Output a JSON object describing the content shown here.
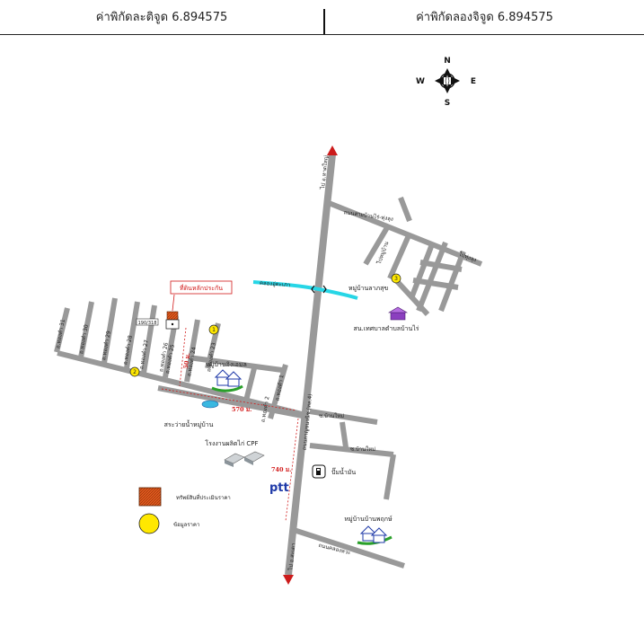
{
  "header": {
    "latitude": "ค่าพิกัดละติจูด 6.894575",
    "longitude": "ค่าพิกัดลองจิจูด 6.894575"
  },
  "compass": {
    "n": "N",
    "s": "S",
    "e": "E",
    "w": "W"
  },
  "roads": {
    "north_label": "ไป อ.หาดใหญ่",
    "south_label": "ไป อ.สะเดา",
    "main_road": "ถนนกาญจนวนิช (ทล.4)",
    "road_ne": "ถนนสายบ้านไร่-ทุ่งลุง",
    "road_east": "ไปทุ่งลุง",
    "road_village_ne": "ไปหมู่บ้าน",
    "canal": "คลองอู่ตะเภา",
    "road_south": "ถนนคลองหวะ",
    "road_ban_mai_1": "ซ.บ้านใหม่",
    "road_ban_mai_2": "ซ.บ้านใหม่"
  },
  "sois": [
    "ถ.ทองคำ 31",
    "ถ.ทองคำ 30",
    "ถ.ทองคำ 29",
    "ถ.ทองคำ 28",
    "ถ.ทองคำ 27",
    "ถ.ทองคำ 26",
    "ถ.ทองคำ 25",
    "ถ.ทองคำ 24",
    "ถ.ทองคำ 23",
    "ถ.ทองคำ 1",
    "ถ.ทองคำ 2"
  ],
  "places": {
    "subject_label": "ที่ดินหลักประกัน",
    "plot_number": "190/318",
    "village_a": "หมู่บ้านอิงเอมล",
    "village_b": "หมู่บ้านลาภสุข",
    "village_c": "หมู่บ้านบ้านพฤกษ์",
    "temple": "สน.เทศบาลตำบลบ้านไร่",
    "pond": "สระว่ายน้ำหมู่บ้าน",
    "factory": "โรงงานผลิตไก่ CPF",
    "fuel": "ปั๊มน้ำมัน",
    "ptt": "ptt"
  },
  "distances": {
    "d1": "50 ม.",
    "d2": "570 ม.",
    "d3": "740 ม."
  },
  "markers": [
    "1",
    "2",
    "3"
  ],
  "legend": {
    "subject": "ทรัพย์สินที่ประเมินราคา",
    "comparable": "ข้อมูลราคา"
  },
  "colors": {
    "road": "#999999",
    "canal": "#27d6e6",
    "subject_fill": "#e05a1e",
    "marker_fill": "#ffe800",
    "arrow": "#cc1b1b",
    "pond": "#3ab8e0",
    "dimension": "#d21a1a"
  }
}
